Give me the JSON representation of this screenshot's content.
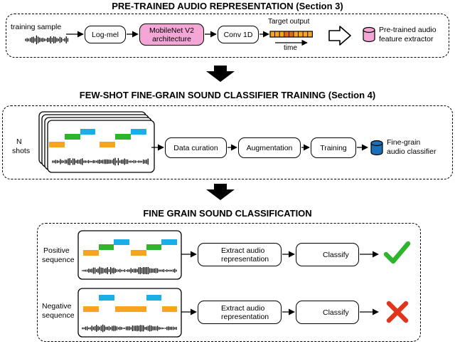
{
  "section1": {
    "title": "PRE-TRAINED AUDIO REPRESENTATION (Section 3)",
    "training_sample": "training sample",
    "logmel": "Log-mel",
    "mobilenet_line1": "MobileNet V2",
    "mobilenet_line2": "architecture",
    "conv": "Conv 1D",
    "target_output": "Target output",
    "time": "time",
    "extractor_line1": "Pre-trained audio",
    "extractor_line2": "feature extractor"
  },
  "section2": {
    "title": "FEW-SHOT FINE-GRAIN SOUND CLASSIFIER TRAINING (Section 4)",
    "nshots_line1": "N",
    "nshots_line2": "shots",
    "curation": "Data curation",
    "augmentation": "Augmentation",
    "training": "Training",
    "classifier_line1": "Fine-grain",
    "classifier_line2": "audio classifier"
  },
  "section3": {
    "title": "FINE GRAIN SOUND CLASSIFICATION",
    "positive_line1": "Positive",
    "positive_line2": "sequence",
    "negative_line1": "Negative",
    "negative_line2": "sequence",
    "extract_line1": "Extract audio",
    "extract_line2": "representation",
    "classify": "Classify"
  },
  "colors": {
    "pink": "#f4a7d6",
    "blue_cylinder": "#1a6fb8",
    "orange_bar": "#f7a51c",
    "green_bar": "#2db52b",
    "blue_bar": "#1aaee8",
    "check_green": "#2db52b",
    "cross_red": "#e0351b"
  }
}
